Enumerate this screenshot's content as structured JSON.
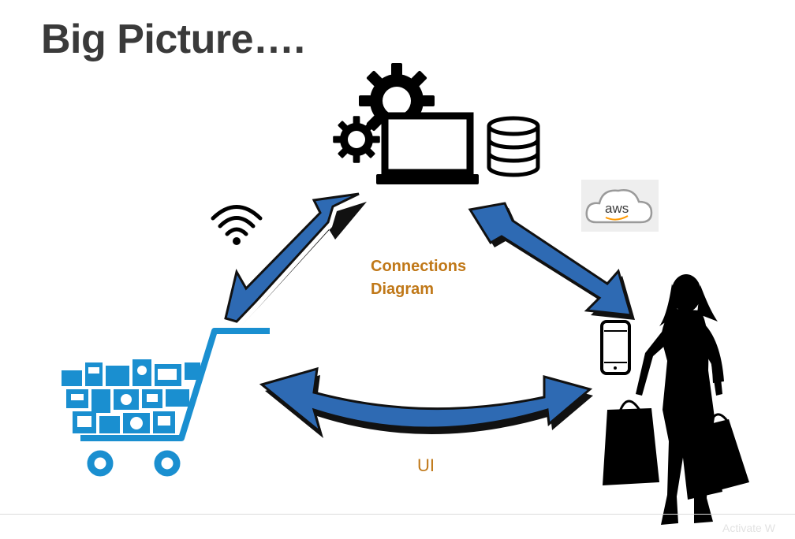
{
  "slide": {
    "title": "Big Picture….",
    "center_label_line1": "Connections",
    "center_label_line2": "Diagram",
    "bottom_label": "UI",
    "aws_badge_text": "aws",
    "watermark": "Activate W"
  },
  "colors": {
    "arrow_blue": "#2e6ab3",
    "arrow_shadow": "#111111",
    "cart_blue": "#1a8fd0",
    "label_orange": "#c07818",
    "title_gray": "#3a3a3a",
    "aws_orange": "#ff9900"
  },
  "nodes": [
    {
      "id": "server",
      "icon": "laptop-gears-database-icon"
    },
    {
      "id": "cart",
      "icon": "shopping-cart-appliances-icon"
    },
    {
      "id": "shopper",
      "icon": "shopper-silhouette-icon"
    }
  ],
  "edges": [
    {
      "from": "server",
      "to": "cart",
      "icon": "wifi-icon"
    },
    {
      "from": "server",
      "to": "shopper",
      "icon": "aws-cloud-icon"
    },
    {
      "from": "cart",
      "to": "shopper",
      "icon": "mobile-phone-icon"
    }
  ]
}
